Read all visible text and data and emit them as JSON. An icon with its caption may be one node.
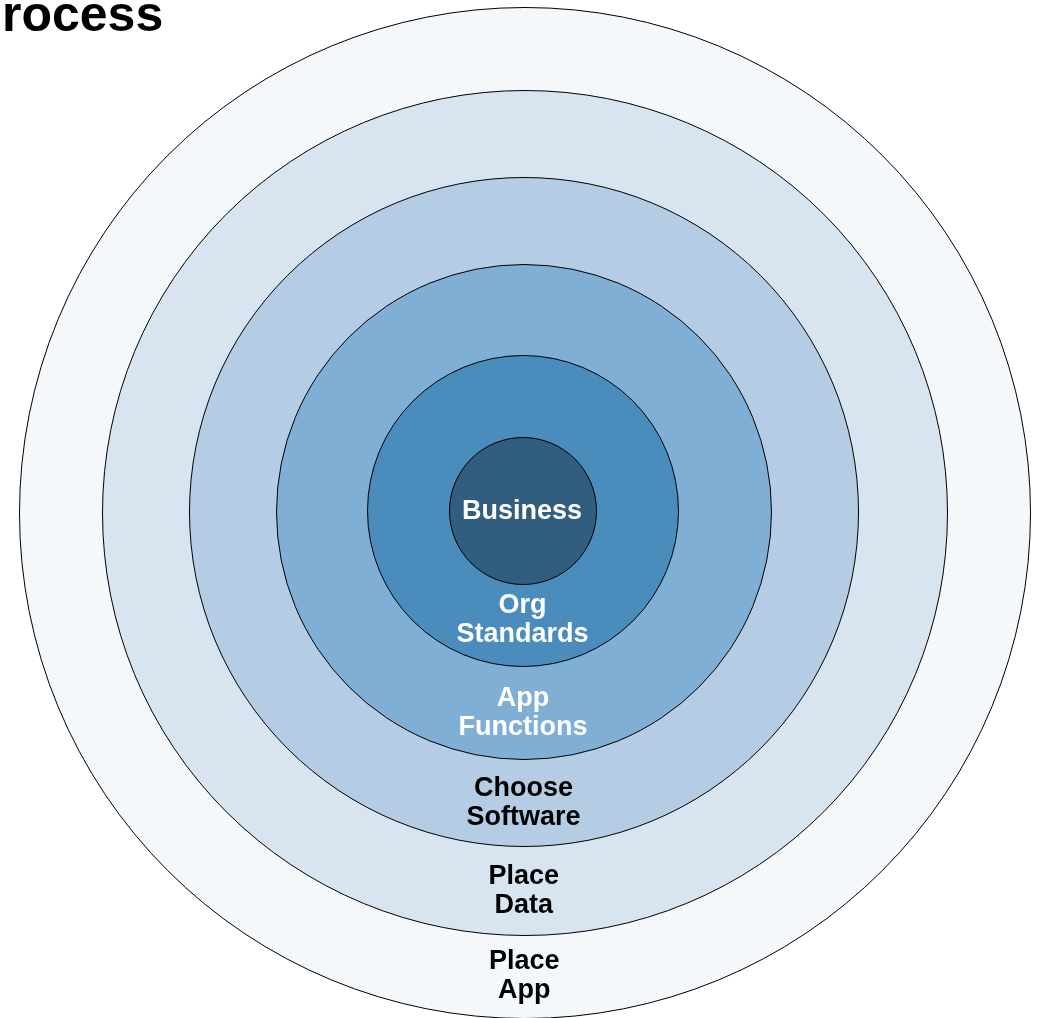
{
  "diagram": {
    "title": "rocess",
    "nodes": [
      {
        "text": [
          "Place App"
        ]
      },
      {
        "text": [
          "Place Data"
        ],
        "in": 0
      },
      {
        "text": [
          "Choose Software"
        ],
        "in": 1
      },
      {
        "text": [
          "App Functions"
        ],
        "in": 2
      },
      {
        "text": [
          "Org Standards"
        ],
        "in": 3
      },
      {
        "text": [
          "Business"
        ],
        "in": 4
      }
    ]
  }
}
